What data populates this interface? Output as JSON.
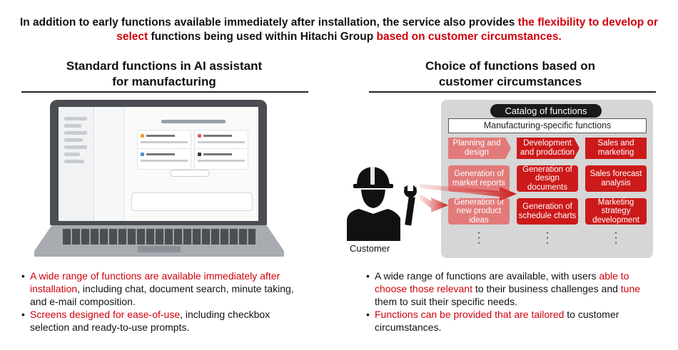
{
  "intro": {
    "p1": "In addition to early functions available immediately after installation, the service also provides ",
    "h1": "the flexibility to develop or select",
    "p2": " functions being used within Hitachi Group ",
    "h2": "based on customer circumstances."
  },
  "left": {
    "title_line1": "Standard functions in AI assistant",
    "title_line2": "for manufacturing",
    "bullets": [
      {
        "h": "A wide range of functions are available immediately after installation",
        "t": ", including chat, document search, minute taking, and e-mail composition."
      },
      {
        "h": "Screens designed for ease-of-use",
        "t": ", including checkbox selection and ready-to-use prompts."
      }
    ]
  },
  "right": {
    "title_line1": "Choice of functions based on",
    "title_line2": "customer circumstances",
    "customer_label": "Customer",
    "catalog_title": "Catalog of functions",
    "category": "Manufacturing-specific functions",
    "columns": [
      {
        "header": "Planning and design",
        "cells": [
          "Generation of market reports",
          "Generation of new product ideas"
        ]
      },
      {
        "header": "Development and production",
        "cells": [
          "Generation of design documents",
          "Generation of schedule charts"
        ]
      },
      {
        "header": "Sales and marketing",
        "cells": [
          "Sales forecast analysis",
          "Marketing strategy development"
        ]
      }
    ],
    "bullet1": {
      "a": "A wide range of functions are available, with users ",
      "h1": "able to choose those relevant",
      "b": " to their business challenges and ",
      "h2": "tune",
      "c": " them to suit their specific needs."
    },
    "bullet2": {
      "h": "Functions can be provided that are tailored",
      "t": " to customer circumstances."
    }
  },
  "colors": {
    "accent_red": "#d0000d",
    "cell_light": "#e27a7a",
    "cell_dark": "#cc1a1a",
    "catalog_bg": "#d6d6d6"
  }
}
